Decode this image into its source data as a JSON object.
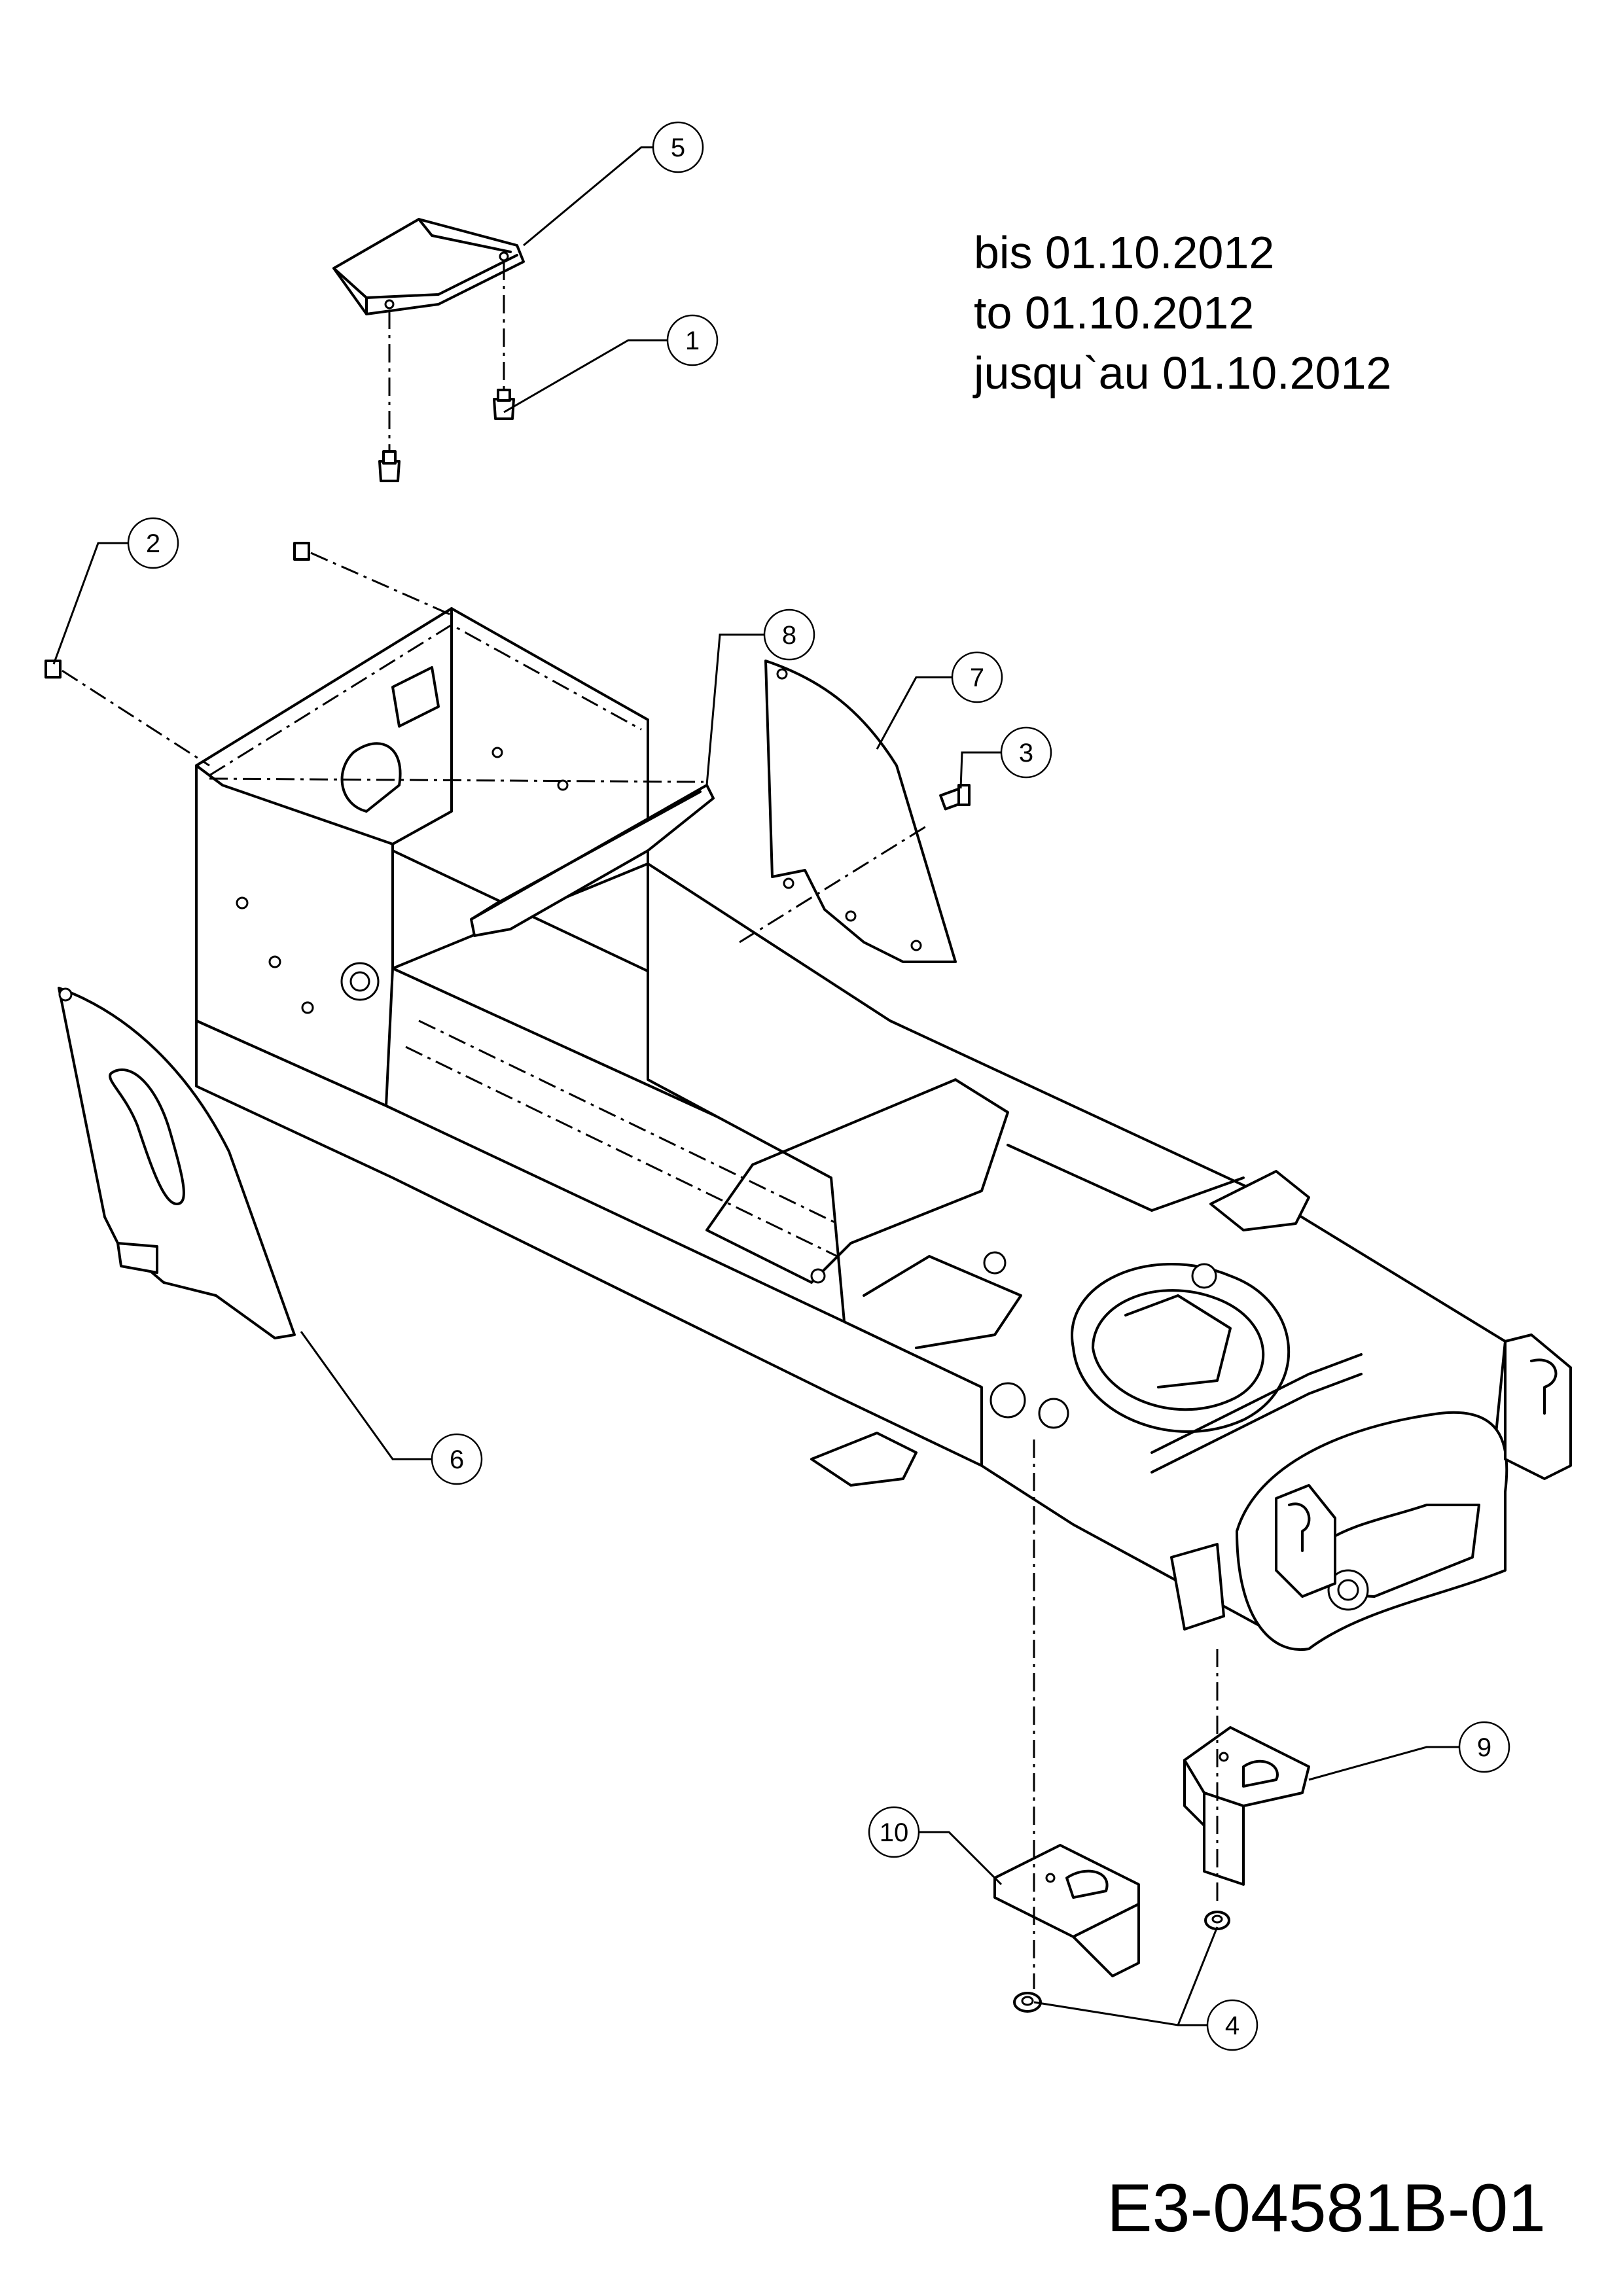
{
  "note": {
    "line1": "bis 01.10.2012",
    "line2": "to 01.10.2012",
    "line3": "jusqu`au 01.10.2012"
  },
  "document_number": "E3-04581B-01",
  "callouts": [
    {
      "id": "1",
      "label": "1"
    },
    {
      "id": "2",
      "label": "2"
    },
    {
      "id": "3",
      "label": "3"
    },
    {
      "id": "4",
      "label": "4"
    },
    {
      "id": "5",
      "label": "5"
    },
    {
      "id": "6",
      "label": "6"
    },
    {
      "id": "7",
      "label": "7"
    },
    {
      "id": "8",
      "label": "8"
    },
    {
      "id": "9",
      "label": "9"
    },
    {
      "id": "10",
      "label": "10"
    }
  ]
}
